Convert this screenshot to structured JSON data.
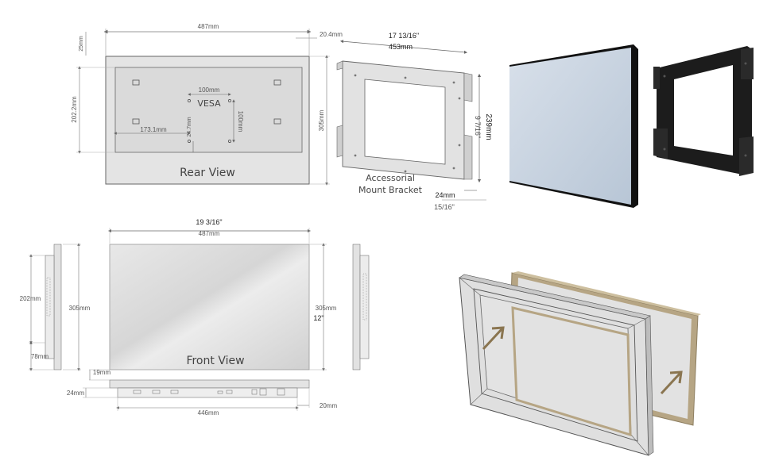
{
  "rear": {
    "top_width": "487mm",
    "top_margin": "25mm",
    "depth": "20.4mm",
    "vesa_h": "100mm",
    "vesa_label": "VESA",
    "vesa_v": "100mm",
    "inner_height": "202.2mm",
    "height": "305mm",
    "offset_x": "173.1mm",
    "offset_y": "24.7mm",
    "title": "Rear View"
  },
  "bracket": {
    "width_in": "17 13/16\"",
    "width_mm": "453mm",
    "height_mm": "239mm",
    "height_in": "9 7/16\"",
    "depth_mm": "24mm",
    "depth_in": "15/16\"",
    "caption_line1": "Accessorial",
    "caption_line2": "Mount Bracket"
  },
  "front": {
    "width_in": "19 3/16\"",
    "width_mm": "487mm",
    "height_left": "305mm",
    "height_right": "305mm",
    "height_in": "12\"",
    "title": "Front View",
    "side_top": "202mm",
    "side_bottom": "78mm",
    "bottom_gap": "19mm",
    "thickness": "24mm",
    "base_width": "446mm",
    "right_offset": "20mm"
  },
  "colors": {
    "line": "#555555",
    "panel": "#e6e6e6",
    "screen_blue": "#c9d3e0",
    "bracket_black": "#1c1c1c",
    "frame_tan": "#b6a584",
    "arrow": "#8a7550"
  }
}
